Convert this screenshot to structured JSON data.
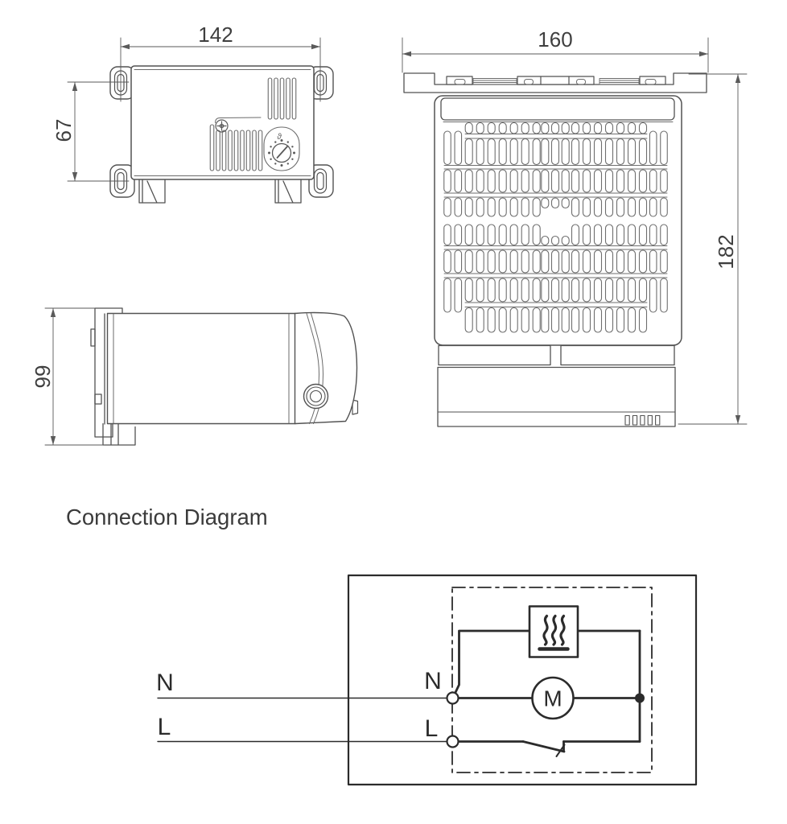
{
  "title": {
    "text": "Connection Diagram"
  },
  "views": {
    "top": {
      "width_dim": "142",
      "height_dim": "67",
      "dial_symbol": "ϑ"
    },
    "front": {
      "width_dim": "160",
      "height_dim": "182"
    },
    "side": {
      "depth_dim": "99"
    }
  },
  "schematic": {
    "labels": {
      "neutral_external": "N",
      "live_external": "L",
      "neutral_internal": "N",
      "live_internal": "L",
      "motor": "M"
    },
    "colors": {
      "line": "#2b2b2b"
    }
  },
  "drawing_colors": {
    "outline": "#525252",
    "detail": "#6b6b6b",
    "dimension": "#5a5a5a",
    "text": "#3f3f3f",
    "background": "#ffffff"
  }
}
